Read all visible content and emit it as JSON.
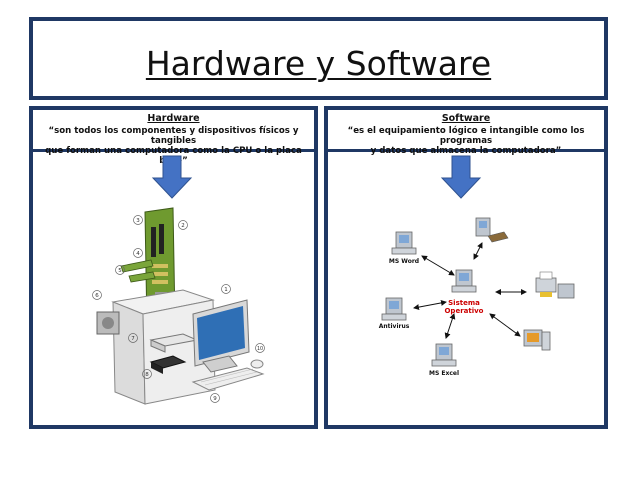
{
  "title": "Hardware y Software",
  "hardware": {
    "heading": "Hardware",
    "definition": "“son todos los componentes y dispositivos físicos y tangibles\nque forman una computadora como la CPU o la placa base”",
    "callouts": [
      "1",
      "2",
      "3",
      "4",
      "5",
      "6",
      "7",
      "8",
      "9",
      "10"
    ]
  },
  "software": {
    "heading": "Software",
    "definition": "“es el equipamiento lógico e intangible como los programas\ny datos que almacena la computadora”",
    "center_label_1": "Sistema",
    "center_label_2": "Operativo",
    "node_msword": "MS Word",
    "node_antivirus": "Antivirus",
    "node_msexcel": "MS Excel"
  },
  "colors": {
    "border": "#1f3864",
    "arrow": "#4472c4",
    "center_label": "#cc0000"
  }
}
